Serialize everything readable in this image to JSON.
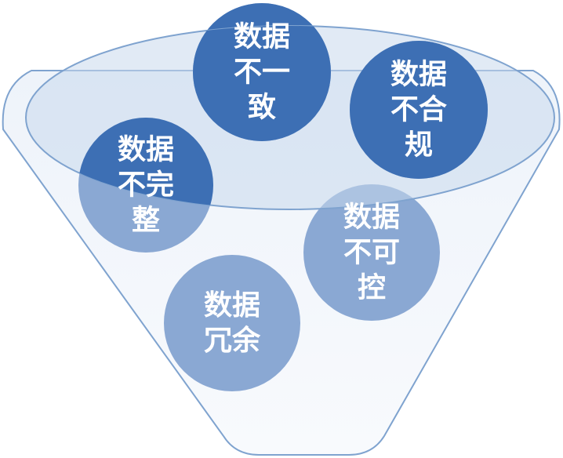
{
  "diagram": {
    "colors": {
      "funnel_outline": "#7fa3cf",
      "funnel_fill_top": "#eef3fa",
      "funnel_fill_bottom": "#f8fafd",
      "rim_fill": "#c9d8ec",
      "bubble_dark": "#3d6fb4",
      "bubble_light": "#8aa8d3",
      "text": "#ffffff"
    },
    "bubbles": [
      {
        "id": "inconsistent",
        "lines": [
          "数据",
          "不一",
          "致"
        ],
        "tone": "dark"
      },
      {
        "id": "noncompliant",
        "lines": [
          "数据",
          "不合",
          "规"
        ],
        "tone": "dark"
      },
      {
        "id": "incomplete",
        "lines": [
          "数据",
          "不完",
          "整"
        ],
        "tone": "dark"
      },
      {
        "id": "uncontrollable",
        "lines": [
          "数据",
          "不可",
          "控"
        ],
        "tone": "light"
      },
      {
        "id": "redundant",
        "lines": [
          "数据",
          "冗余"
        ],
        "tone": "light"
      }
    ]
  }
}
